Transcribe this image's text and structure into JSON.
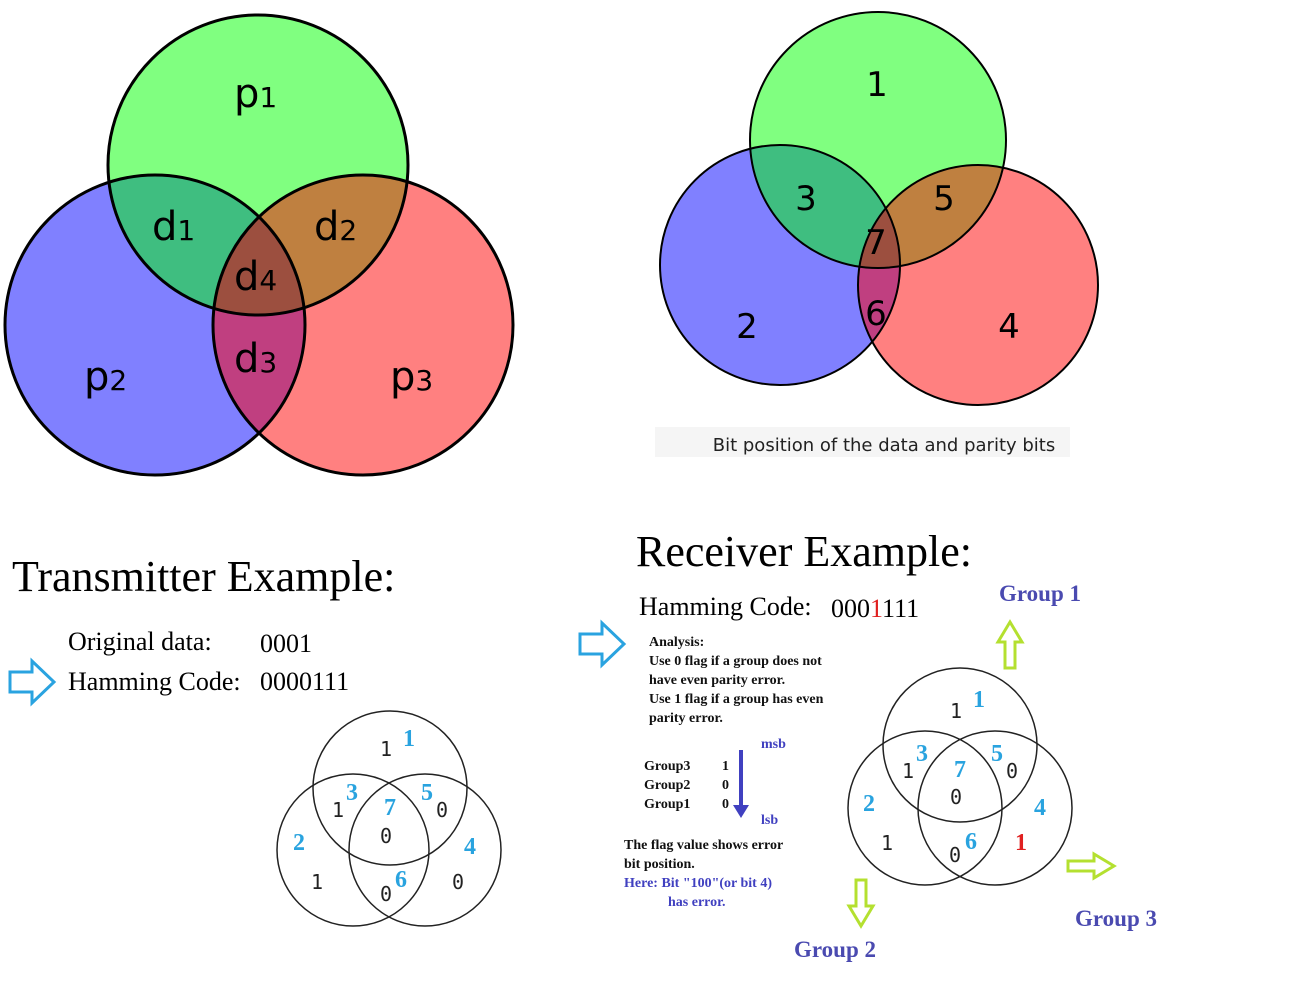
{
  "venn_labels": {
    "top": "p",
    "top_sub": "1",
    "left": "p",
    "left_sub": "2",
    "right": "p",
    "right_sub": "3",
    "d1": "d",
    "d1_sub": "1",
    "d2": "d",
    "d2_sub": "2",
    "d3": "d",
    "d3_sub": "3",
    "d4": "d",
    "d4_sub": "4"
  },
  "positions_venn": {
    "pos1": "1",
    "pos2": "2",
    "pos3": "3",
    "pos4": "4",
    "pos5": "5",
    "pos6": "6",
    "pos7": "7",
    "caption": "Bit position of the data and parity bits"
  },
  "transmitter": {
    "title": "Transmitter Example:",
    "original_label": "Original data:",
    "original_value": "0001",
    "hamming_label": "Hamming Code:",
    "hamming_value": "0000111",
    "venn": {
      "pos": [
        "1",
        "2",
        "3",
        "4",
        "5",
        "6",
        "7"
      ],
      "bits": {
        "b1": "1",
        "b2": "1",
        "b3": "1",
        "b4": "0",
        "b5": "0",
        "b6": "0",
        "b7": "0"
      }
    }
  },
  "receiver": {
    "title": "Receiver Example:",
    "hamming_label": "Hamming Code:",
    "hamming_prefix": "000",
    "hamming_error_bit": "1",
    "hamming_suffix": "111",
    "analysis": [
      "Analysis:",
      "Use 0 flag if a group does not",
      "have even parity error.",
      "Use 1 flag if a group has even",
      "parity error."
    ],
    "msb": "msb",
    "lsb": "lsb",
    "groups": [
      {
        "name": "Group3",
        "flag": "1"
      },
      {
        "name": "Group2",
        "flag": "0"
      },
      {
        "name": "Group1",
        "flag": "0"
      }
    ],
    "conclusion": [
      "The flag value shows error",
      "bit position."
    ],
    "here_line1": "Here: Bit \"100\"(or bit 4)",
    "here_line2": "has error.",
    "group_labels": {
      "g1": "Group 1",
      "g2": "Group 2",
      "g3": "Group 3"
    },
    "venn": {
      "pos": [
        "1",
        "2",
        "3",
        "4",
        "5",
        "6",
        "7"
      ],
      "bits": {
        "b1": "1",
        "b2": "1",
        "b3": "1",
        "b4": "1",
        "b5": "0",
        "b6": "0",
        "b7": "0"
      }
    }
  },
  "colors": {
    "green": "#80ff80",
    "blue": "#8080ff",
    "red": "#ff8080",
    "green_blue": "#3fbe80",
    "green_red": "#bf8040",
    "blue_red": "#c03f80",
    "center": "#9c4f3f",
    "cyan_num": "#29a3df",
    "group_label": "#4a4ab0",
    "error_red": "#e02020",
    "arrow_blue": "#2aa3e0",
    "arrow_green": "#b4e030",
    "dark_blue_arrow": "#4040c0"
  }
}
